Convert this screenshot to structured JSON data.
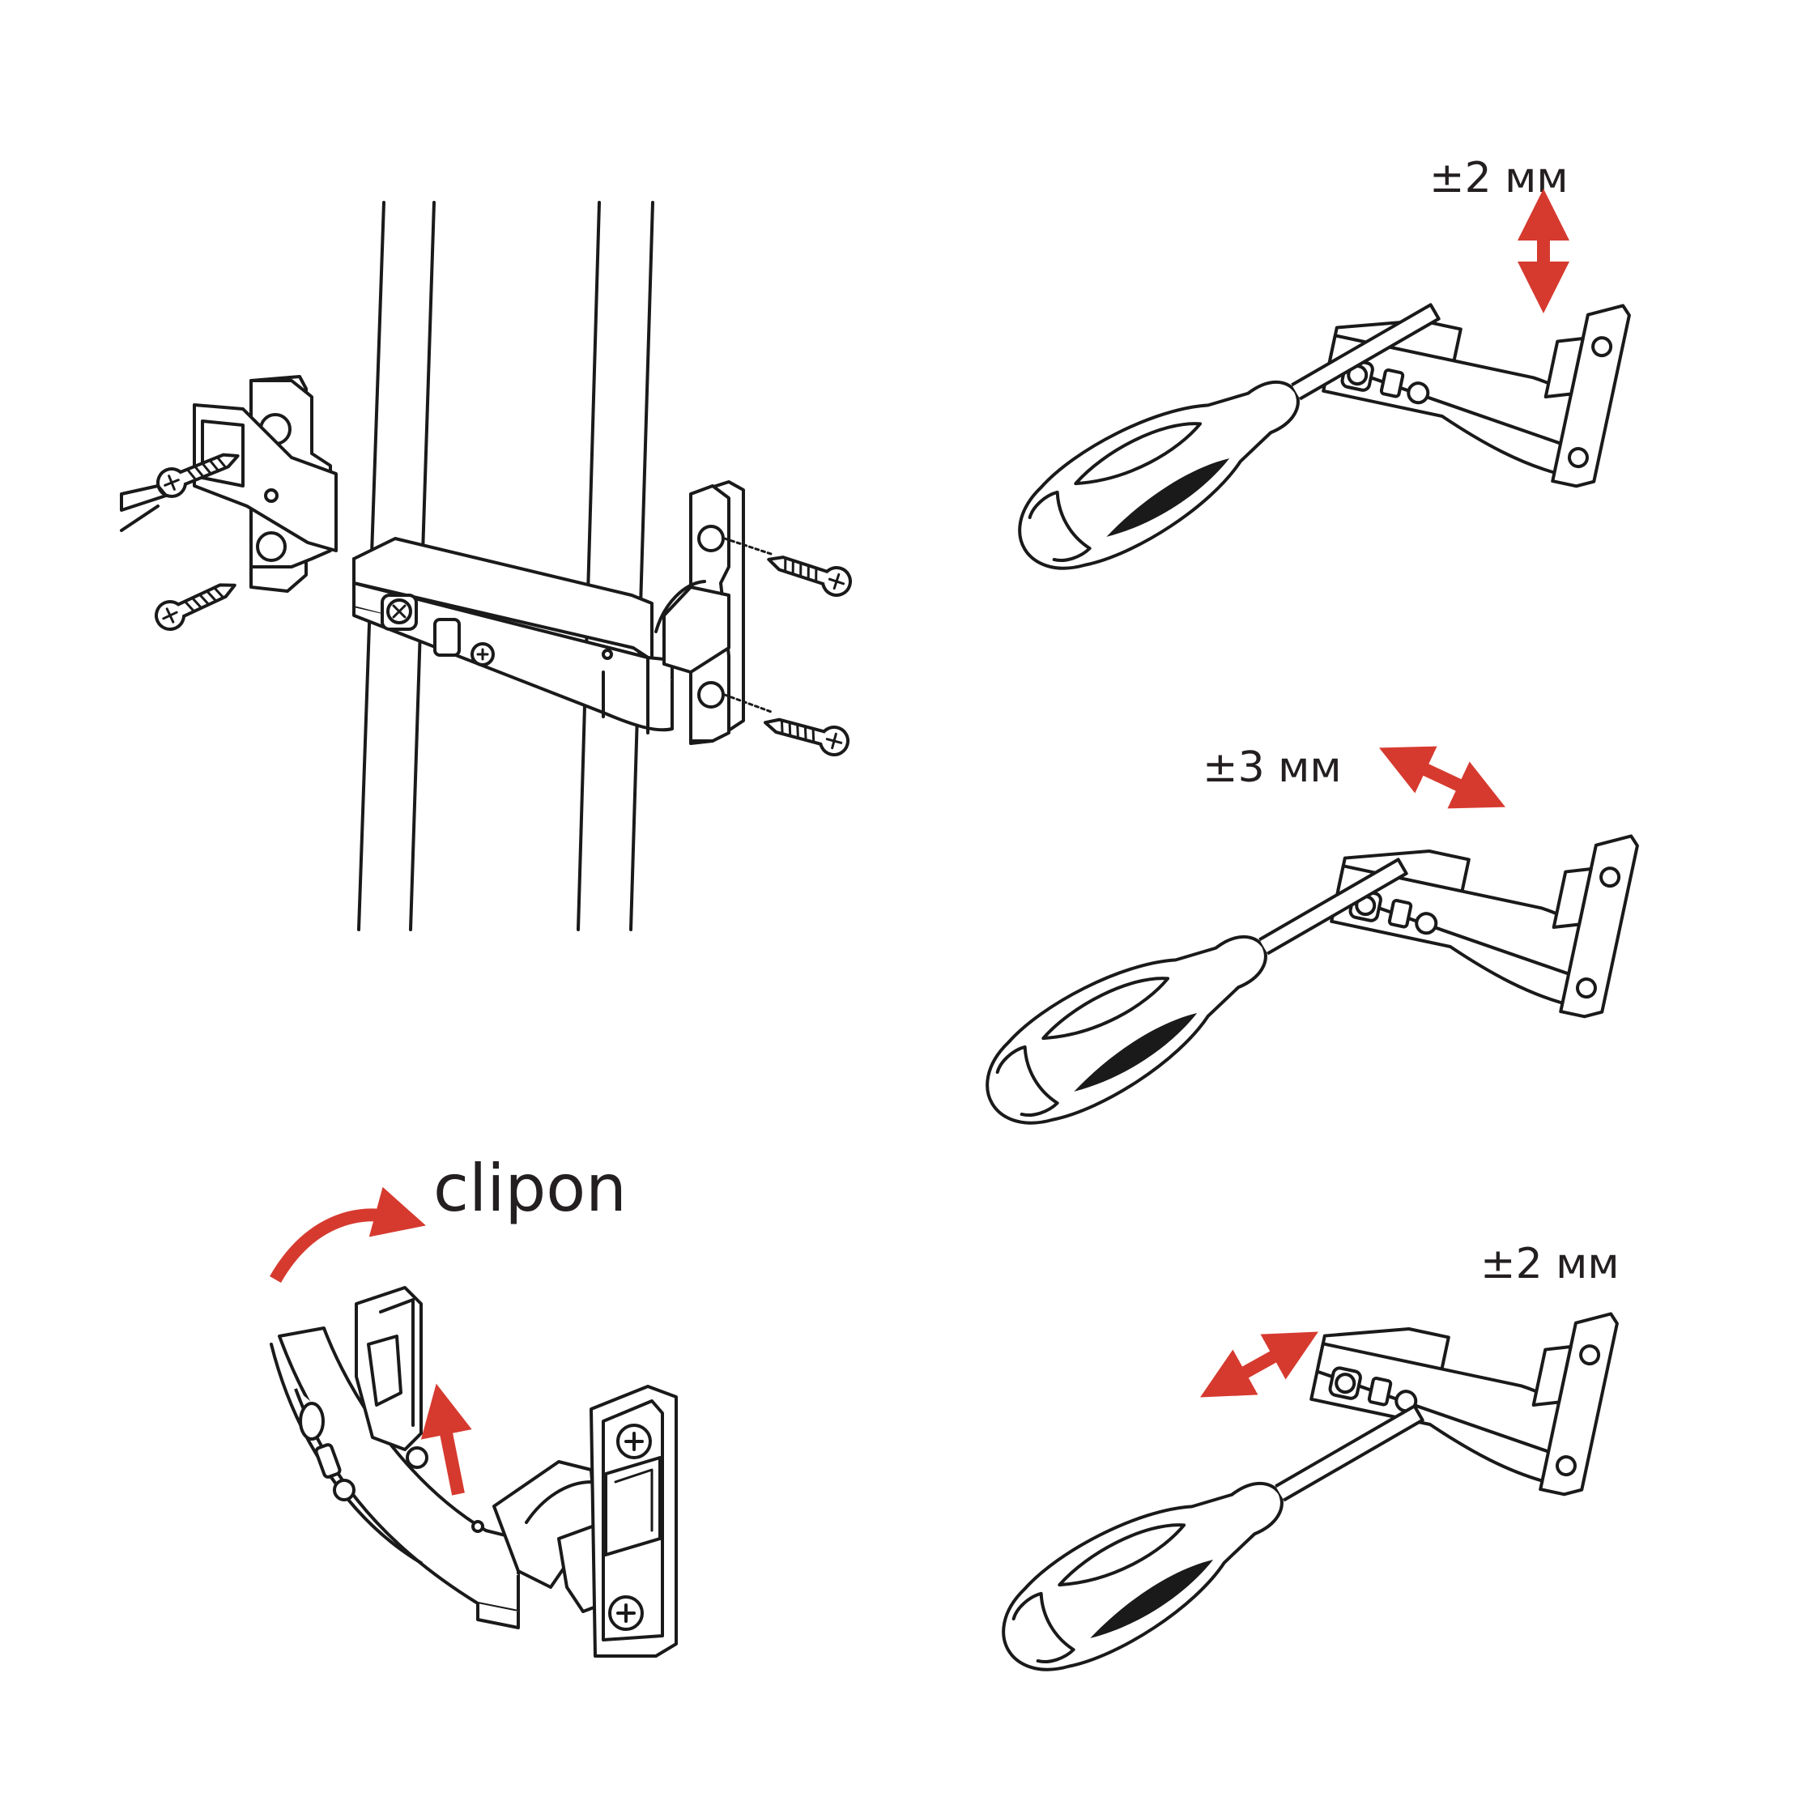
{
  "labels": {
    "clip_label": "clipon",
    "adj_top": "±2 мм",
    "adj_middle": "±3 мм",
    "adj_bottom": "±2 мм"
  },
  "colors": {
    "arrow": "#d63a2f",
    "line": "#1a1a1a",
    "background": "#ffffff"
  },
  "icons": [
    "screw-icon",
    "screwdriver-icon",
    "hinge-icon",
    "mounting-plate-icon",
    "arrow-icon"
  ]
}
